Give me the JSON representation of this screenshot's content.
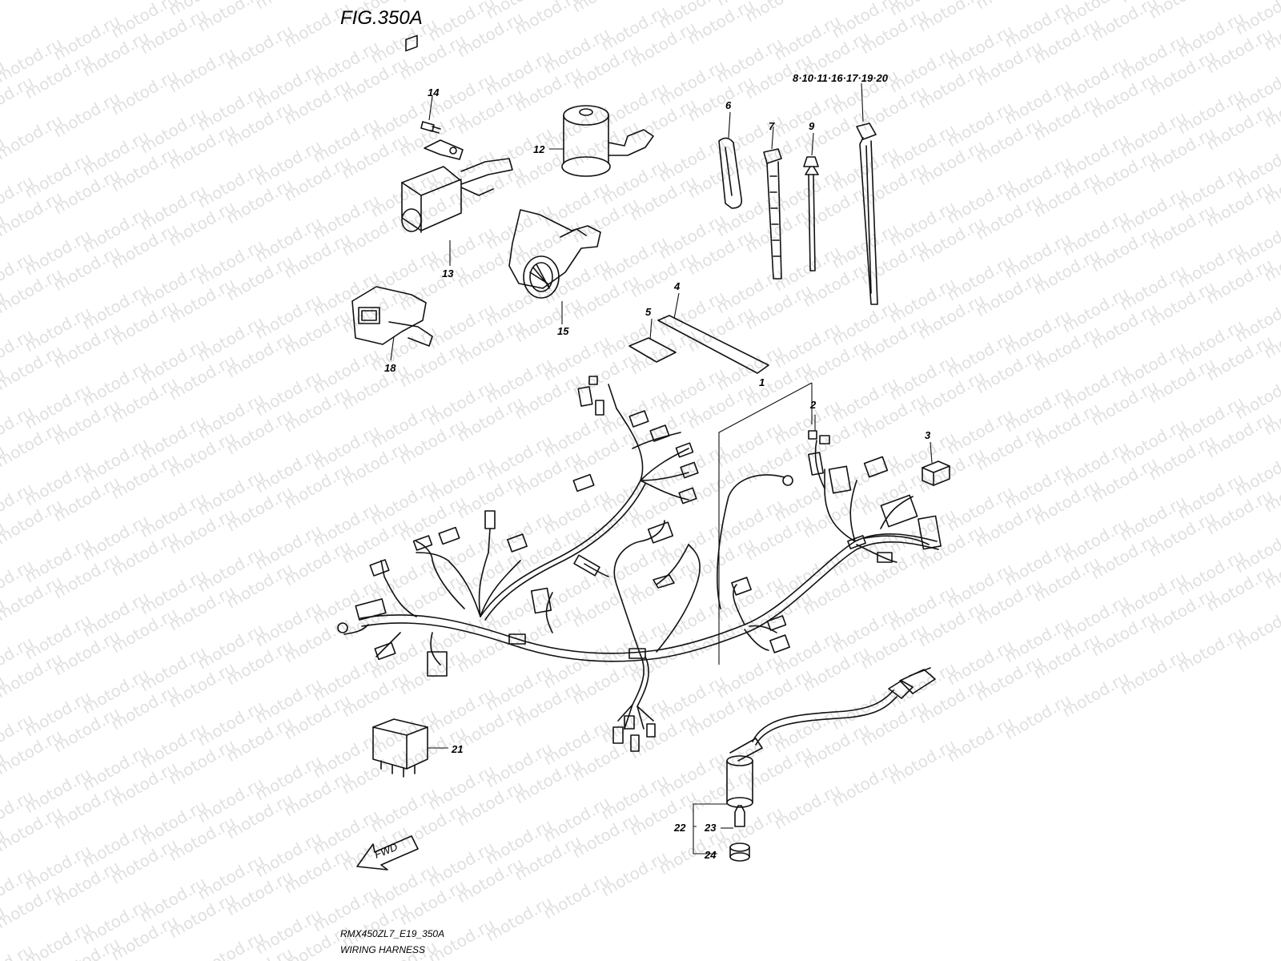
{
  "figure": {
    "title": "FIG.350A",
    "model_code": "RMX450ZL7_E19_350A",
    "caption": "WIRING HARNESS",
    "fwd_label": "FWD",
    "watermark_text": "motod.ru"
  },
  "callouts": [
    {
      "id": "1",
      "label": "1"
    },
    {
      "id": "2",
      "label": "2"
    },
    {
      "id": "3",
      "label": "3"
    },
    {
      "id": "4",
      "label": "4"
    },
    {
      "id": "5",
      "label": "5"
    },
    {
      "id": "6",
      "label": "6"
    },
    {
      "id": "7",
      "label": "7"
    },
    {
      "id": "9",
      "label": "9"
    },
    {
      "id": "12",
      "label": "12"
    },
    {
      "id": "13",
      "label": "13"
    },
    {
      "id": "14",
      "label": "14"
    },
    {
      "id": "15",
      "label": "15"
    },
    {
      "id": "18",
      "label": "18"
    },
    {
      "id": "21",
      "label": "21"
    },
    {
      "id": "22",
      "label": "22"
    },
    {
      "id": "23",
      "label": "23"
    },
    {
      "id": "24",
      "label": "24"
    }
  ],
  "group_callout": "8·10·11·16·17·19·20",
  "colors": {
    "ink": "#111111",
    "watermark": "#c8c8c8",
    "background": "#ffffff"
  }
}
